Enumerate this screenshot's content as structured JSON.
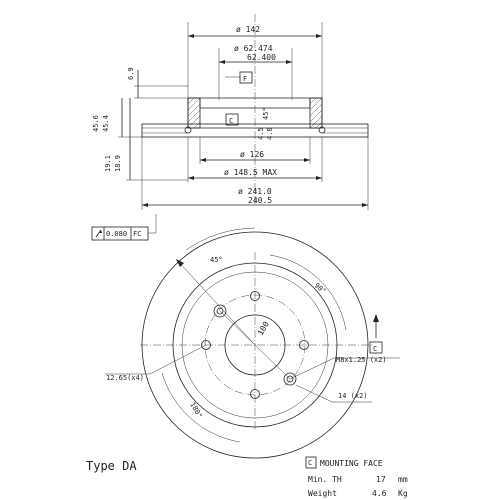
{
  "title_block": {
    "type_label": "Type DA",
    "mounting_face_symbol": "C",
    "mounting_face_label": "MOUNTING FACE",
    "min_th_label": "Min. TH",
    "min_th_value": "17",
    "min_th_unit": "mm",
    "weight_label": "Weight",
    "weight_value": "4.6",
    "weight_unit": "Kg"
  },
  "section_view": {
    "dia_142": "ø 142",
    "dia_62_upper": "ø 62.474",
    "dia_62_lower": "62.400",
    "flag_f": "F",
    "flag_c": "C",
    "dim_6_9": "6.9",
    "dim_45_6": "45.6",
    "dim_45_4": "45.4",
    "dim_45_deg": "45°",
    "dim_4_5": "4.5",
    "dim_4_0": "4.0",
    "dia_126": "ø 126",
    "dim_19_1": "19.1",
    "dim_18_9": "18.9",
    "dia_148_5": "ø 148.5 MAX",
    "dia_241_0": "ø 241.0",
    "dia_240_5": "240.5",
    "runout_value": "0.080",
    "runout_datum": "FC"
  },
  "front_view": {
    "angle_45": "45°",
    "angle_90": "90°",
    "angle_180": "180°",
    "pcd_100": "100",
    "bolt_holes": "12.65(x4)",
    "thread": "M8x1.25 (x2)",
    "hole_14": "14 (x2)",
    "datum_c": "C"
  }
}
